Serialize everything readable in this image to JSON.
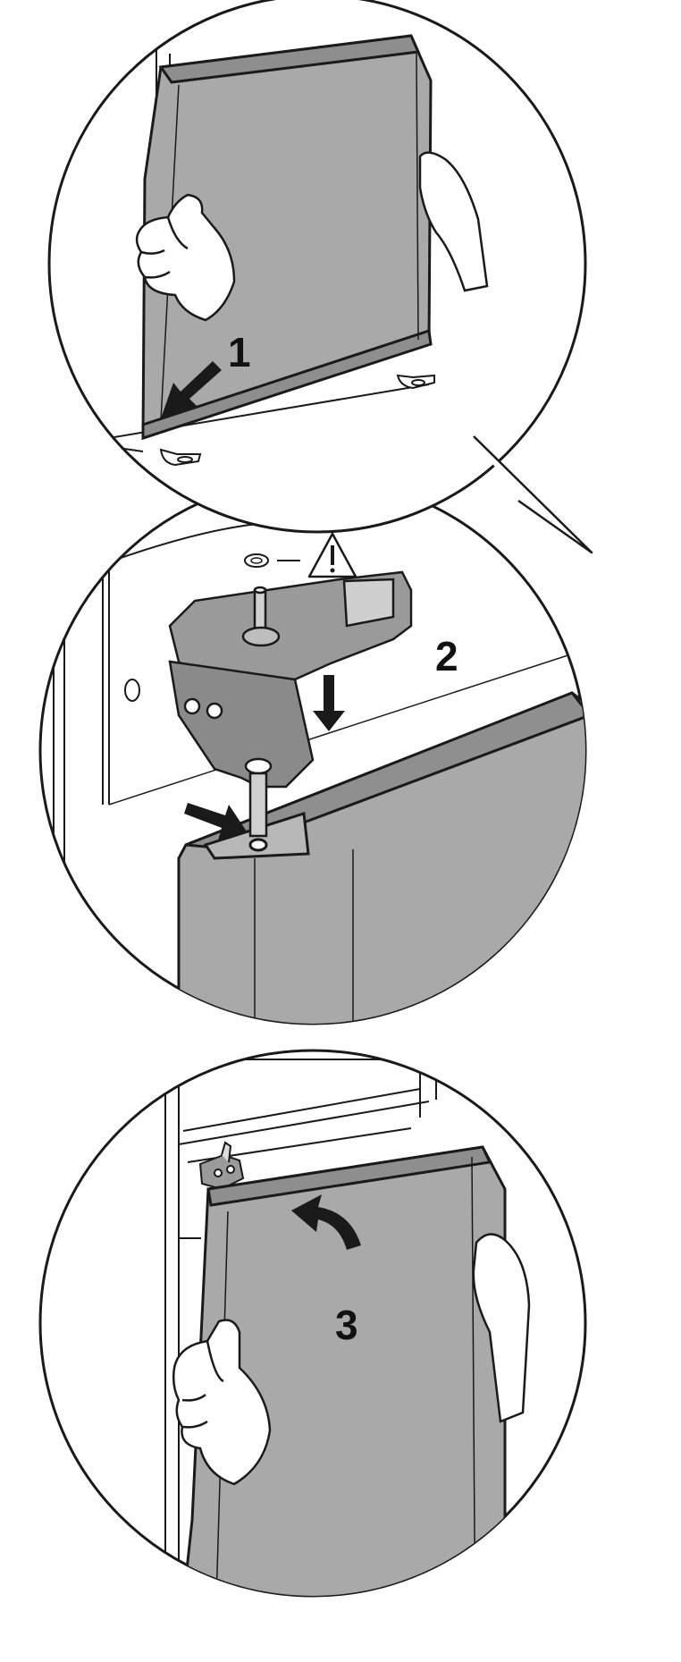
{
  "steps": [
    {
      "label": "1"
    },
    {
      "label": "2"
    },
    {
      "label": "3"
    }
  ],
  "icons": {
    "warning": "warning-triangle-icon",
    "washer": "washer-icon",
    "arrow": "arrow-icon"
  },
  "colors": {
    "door_fill": "#a9a9a9",
    "line": "#1a1a1a",
    "background": "#ffffff"
  }
}
